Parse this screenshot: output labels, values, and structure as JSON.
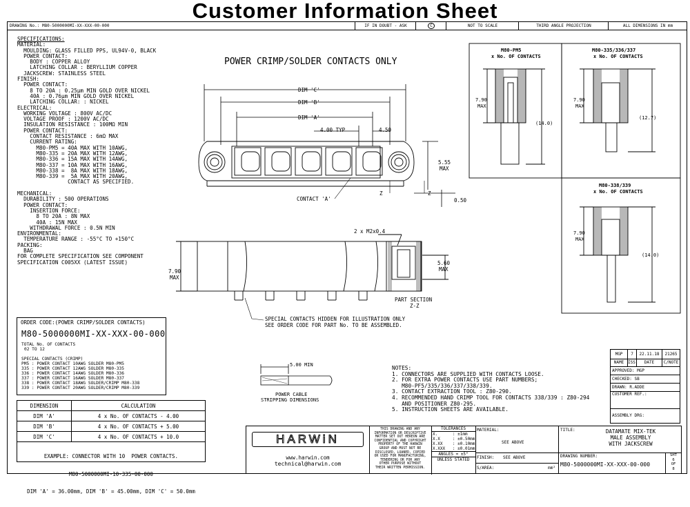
{
  "title": "Customer Information Sheet",
  "header": {
    "drawing_no": "DRAWING No.: M80-5000000MI-XX-XXX-00-000",
    "if_in_doubt": "IF IN DOUBT - ASK",
    "copyright": "C",
    "not_to_scale": "NOT TO SCALE",
    "projection": "THIRD ANGLE PROJECTION",
    "dimensions": "ALL DIMENSIONS IN mm"
  },
  "specs": {
    "heading": "SPECIFICATIONS:",
    "lines": [
      "MATERIAL:",
      "  MOULDING: GLASS FILLED PPS, UL94V-0, BLACK",
      "  POWER CONTACT:",
      "    BODY : COPPER ALLOY",
      "    LATCHING COLLAR : BERYLLIUM COPPER",
      "  JACKSCREW: STAINLESS STEEL",
      "FINISH:",
      "  POWER CONTACT:",
      "    8 TO 20A : 0.25µm MIN GOLD OVER NICKEL",
      "    40A : 0.76µm MIN GOLD OVER NICKEL",
      "    LATCHING COLLAR: : NICKEL",
      "ELECTRICAL:",
      "  WORKING VOLTAGE : 800V AC/DC",
      "  VOLTAGE PROOF : 1200V AC/DC",
      "  INSULATION RESISTANCE : 100MΩ MIN",
      "  POWER CONTACT:",
      "    CONTACT RESISTANCE : 6mΩ MAX",
      "    CURRENT RATING:",
      "      M80-PM5 = 40A MAX WITH 10AWG,",
      "      M80-335 = 20A MAX WITH 12AWG,",
      "      M80-336 = 15A MAX WITH 14AWG,",
      "      M80-337 = 10A MAX WITH 16AWG,",
      "      M80-338 =  8A MAX WITH 18AWG,",
      "      M80-339 =  5A MAX WITH 20AWG,",
      "                CONTACT AS SPECIFIED.",
      "",
      "MECHANICAL:",
      "  DURABILITY : 500 OPERATIONS",
      "  POWER CONTACT:",
      "    INSERTION FORCE:",
      "      8 TO 20A : 8N MAX",
      "      40A : 15N MAX",
      "    WITHDRAWAL FORCE : 0.5N MIN",
      "ENVIRONMENTAL:",
      "  TEMPERATURE RANGE : -55°C TO +150°C",
      "PACKING:",
      "  BAG",
      "FOR COMPLETE SPECIFICATION SEE COMPONENT",
      "SPECIFICATION C005XX (LATEST ISSUE)"
    ]
  },
  "drawing": {
    "power_crimp_title": "POWER CRIMP/SOLDER CONTACTS ONLY",
    "dim_c": "DIM 'C'",
    "dim_b": "DIM 'B'",
    "dim_a": "DIM 'A'",
    "typ": "4.00 TYP",
    "dim_450": "4.50",
    "dim_555": "5.55",
    "max": "MAX",
    "dim_050": "0.50",
    "contact_a": "CONTACT 'A'",
    "z": "Z",
    "m2": "2 x M2x0.4",
    "dim_790": "7.90",
    "dim_560": "5.60",
    "part_section": "PART SECTION",
    "zz": "Z-Z",
    "special1": "SPECIAL CONTACTS HIDDEN FOR ILLUSTRATION ONLY",
    "special2": "SEE ORDER CODE FOR PART No. TO BE ASSEMBLED."
  },
  "contacts": {
    "pm5_title1": "M80-PM5",
    "pm5_title2": "x No. OF CONTACTS",
    "c335_title1": "M80-335/336/337",
    "c335_title2": "x No. OF CONTACTS",
    "c338_title1": "M80-338/339",
    "c338_title2": "x No. OF CONTACTS",
    "h790": "7.90",
    "max": "MAX",
    "h140": "(14.0)",
    "h127": "(12.7)"
  },
  "order": {
    "heading": "ORDER CODE:(POWER CRIMP/SOLDER CONTACTS)",
    "code": "M80-5000000MI-XX-XXX-00-000",
    "total_contacts": "TOTAL No. OF CONTACTS",
    "range": "02 TO 12",
    "special_heading": "SPECIAL CONTACTS (CRIMP)",
    "special_lines": [
      "PM5 : POWER CONTACT 10AWG SOLDER M80-PM5",
      "335 : POWER CONTACT 12AWG SOLDER M80-335",
      "336 : POWER CONTACT 14AWG SOLDER M80-336",
      "337 : POWER CONTACT 16AWG SOLDER M80-337",
      "338 : POWER CONTACT 18AWG SOLDER/CRIMP M80-338",
      "339 : POWER CONTACT 20AWG SOLDER/CRIMP M80-339"
    ]
  },
  "calc": {
    "col1": "DIMENSION",
    "col2": "CALCULATION",
    "rows": [
      {
        "dim": "DIM 'A'",
        "calc": "4 x No. OF CONTACTS - 4.00"
      },
      {
        "dim": "DIM 'B'",
        "calc": "4 x No. OF CONTACTS + 5.00"
      },
      {
        "dim": "DIM 'C'",
        "calc": "4 x No. OF CONTACTS + 10.0"
      }
    ],
    "example1": "EXAMPLE: CONNECTOR WITH 10  POWER CONTACTS.",
    "example2": "M80-5000000MI-10-335-00-000",
    "example3": "DIM 'A' = 36.00mm, DIM 'B' = 45.00mm, DIM 'C' = 50.0mm"
  },
  "cable": {
    "min": "5.00 MIN",
    "label1": "POWER CABLE",
    "label2": "STRIPPING DIMENSIONS"
  },
  "notes": {
    "heading": "NOTES:",
    "lines": [
      "1. CONNECTORS ARE SUPPLIED WITH CONTACTS LOOSE.",
      "2. FOR EXTRA POWER CONTACTS USE PART NUMBERS;",
      "   M80-PF5/335/336/337/338/339.",
      "3. CONTACT EXTRACTION TOOL : Z80-290.",
      "4. RECOMMENDED HAND CRIMP TOOL FOR CONTACTS 338/339 : Z80-294",
      "   AND POSITIONER Z80-295.",
      "5. INSTRUCTION SHEETS ARE AVAILABLE."
    ]
  },
  "revision": {
    "by": "MGP",
    "iss": "7",
    "date": "22.11.18",
    "cnote": "21265",
    "h_name": "NAME",
    "h_iss": "ISS.",
    "h_date": "DATE",
    "h_cnote": "C/NOTE",
    "approved_label": "APPROVED:",
    "approved": "MGP",
    "checked_label": "CHECKED:",
    "checked": "SB",
    "drawn_label": "DRAWN:",
    "drawn": "R.ADDE",
    "customer_ref": "CUSTOMER REF.:",
    "assembly": "ASSEMBLY DRG:"
  },
  "titleblock": {
    "logo": "HARWiN",
    "web": "www.harwin.com",
    "email": "technical@harwin.com",
    "confidential": [
      "THIS DRAWING AND ANY",
      "INFORMATION OR DESCRIPTIVE",
      "MATTER SET OUT HEREON ARE",
      "CONFIDENTIAL AND COPYRIGHT",
      "PROPERTY OF THE HARWIN",
      "GROUP AND MUST NOT BE",
      "DISCLOSED, LOANED, COPIED",
      "OR USED FOR MANUFACTURING,",
      "TENDERING OR FOR ANY",
      "OTHER PURPOSE WITHOUT",
      "THEIR WRITTEN PERMISSION."
    ],
    "tolerances": "TOLERANCES",
    "tol_lines": [
      "X.      : ±1mm",
      "X.X     : ±0.50mm",
      "X.XX    : ±0.10mm",
      "X.XXX   : ±0.01mm"
    ],
    "angles": "ANGLES = ±5°",
    "unless": "UNLESS STATED",
    "material_label": "MATERIAL:",
    "material": "SEE ABOVE",
    "finish_label": "FINISH:",
    "finish": "SEE ABOVE",
    "sarea": "S/AREA:",
    "mm2": "mm²",
    "title_label": "TITLE:",
    "title1": "DATAMATE MIX-TEK",
    "title2": "MALE ASSEMBLY",
    "title3": "WITH JACKSCREW",
    "drawing_number_label": "DRAWING NUMBER:",
    "drawing_number": "M80-5000000MI-XX-XXX-00-000",
    "sht": "SHT",
    "sht_num": "6",
    "sht_of": "OF",
    "sht_total": "8"
  }
}
